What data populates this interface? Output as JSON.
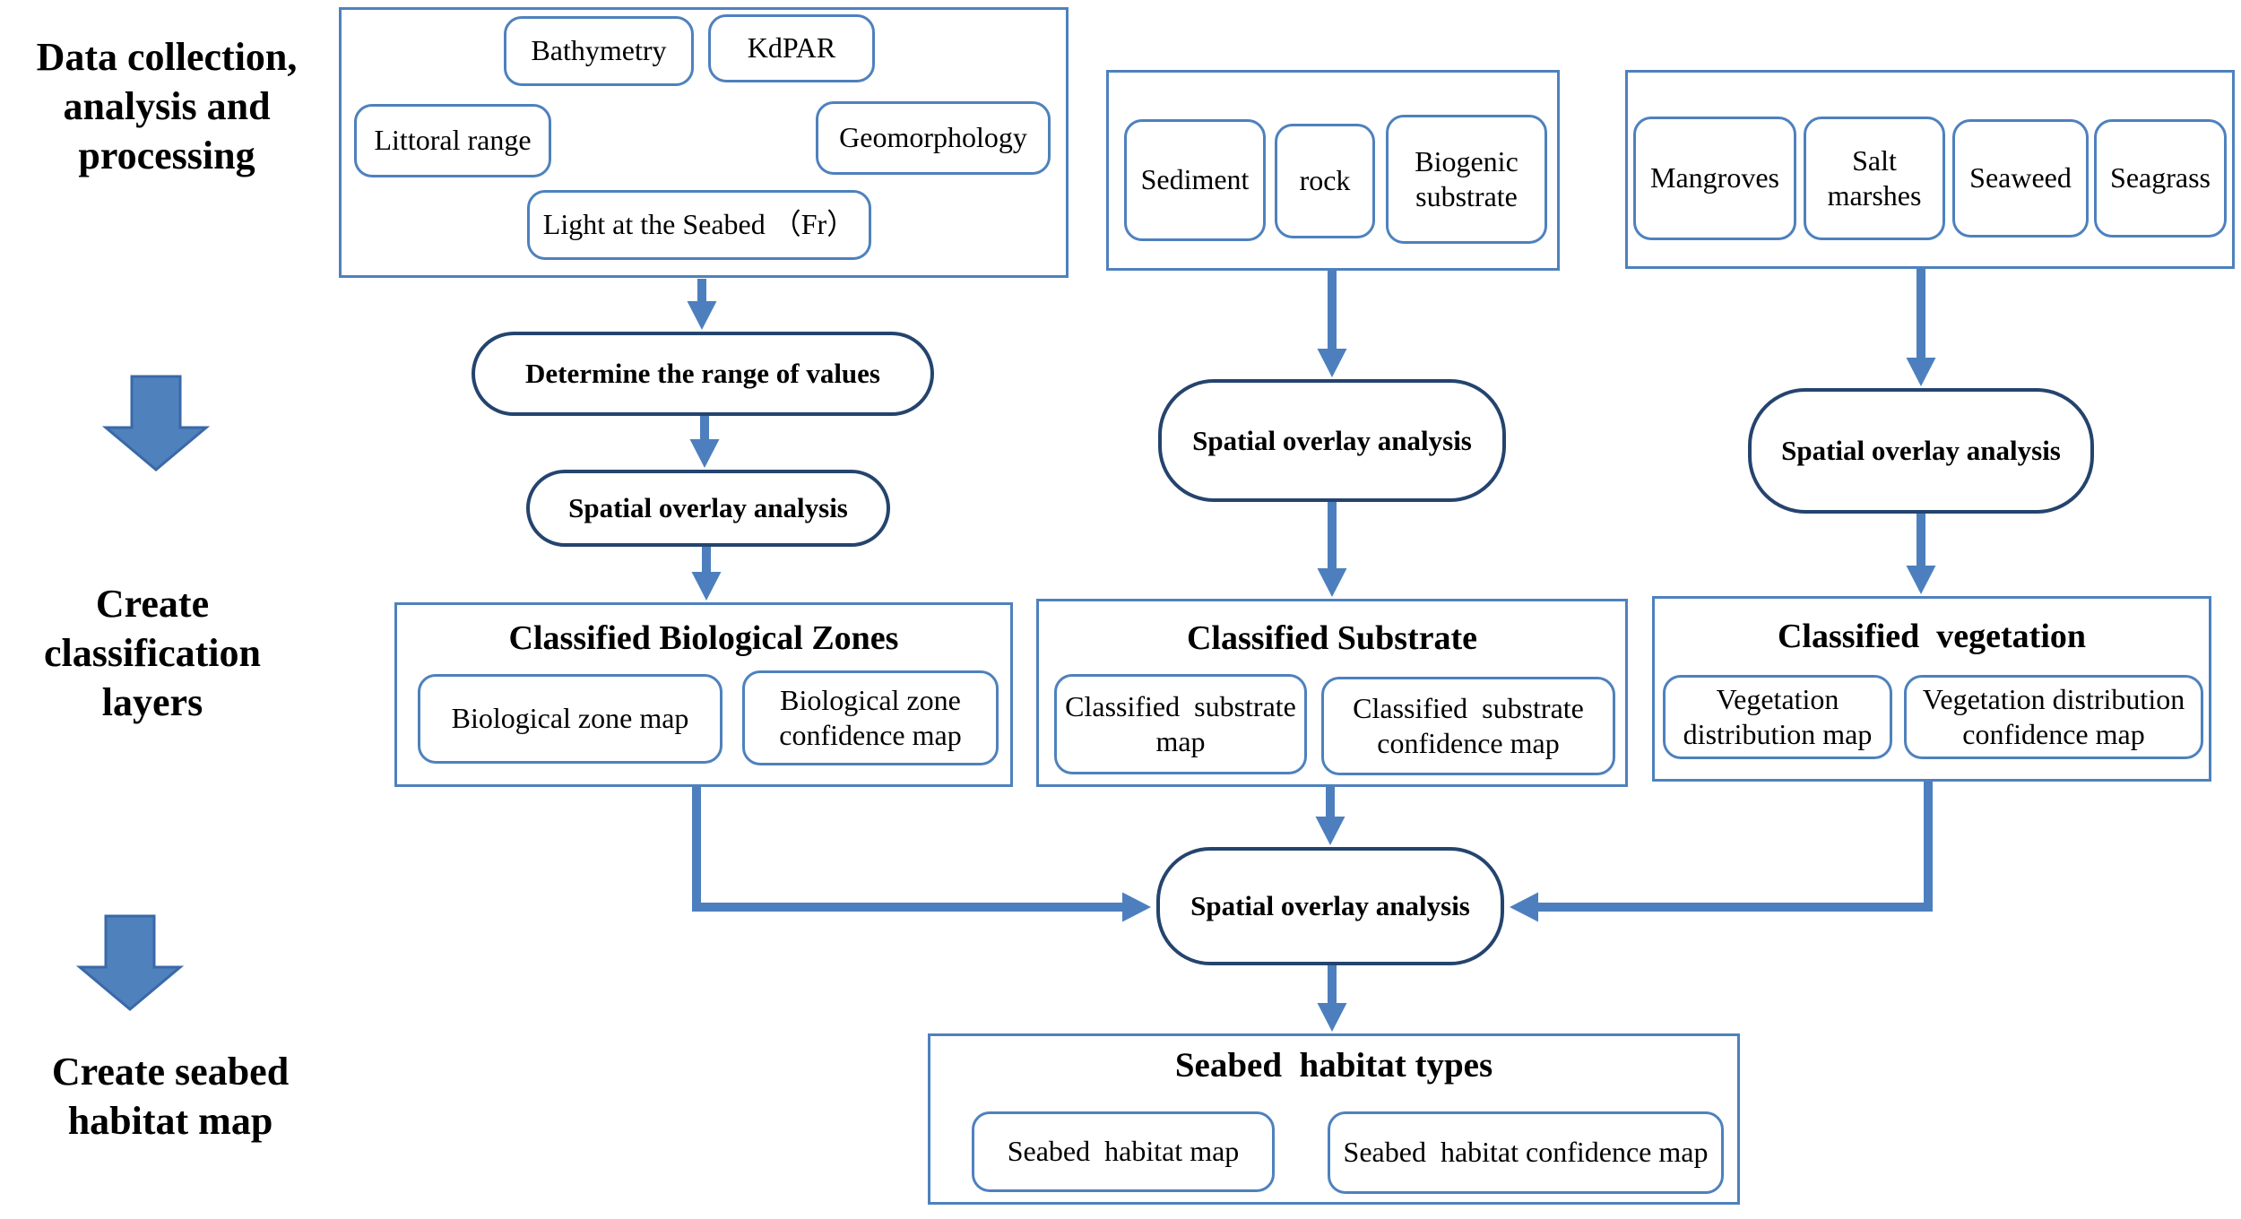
{
  "palette": {
    "box_border_blue": "#4e81bd",
    "stadium_border_navy": "#24446e",
    "arrow_blue": "#4d7fbe",
    "big_arrow_fill": "#4f81bd",
    "big_arrow_stroke": "#3a69a8",
    "thin_connector_blue": "#7f9cc4",
    "text": "#000000",
    "background": "#ffffff"
  },
  "left_rail": {
    "stage1": "Data collection,\nanalysis and\nprocessing",
    "stage2": "Create\nclassification\nlayers",
    "stage3": "Create seabed\nhabitat map"
  },
  "inputs": {
    "biological": {
      "bathymetry": "Bathymetry",
      "kdpar": "KdPAR",
      "littoral_range": "Littoral range",
      "geomorphology": "Geomorphology",
      "light_at_seabed": "Light at the Seabed （Fr）"
    },
    "substrate": {
      "sediment": "Sediment",
      "rock": "rock",
      "biogenic_substrate": "Biogenic\nsubstrate"
    },
    "vegetation": {
      "mangroves": "Mangroves",
      "salt_marshes": "Salt\nmarshes",
      "seaweed": "Seaweed",
      "seagrass": "Seagrass"
    }
  },
  "process": {
    "determine_range": "Determine the range of values",
    "overlay_biological": "Spatial overlay analysis",
    "overlay_substrate": "Spatial overlay analysis",
    "overlay_vegetation": "Spatial overlay analysis",
    "overlay_final": "Spatial overlay analysis"
  },
  "outputs": {
    "biological": {
      "title": "Classified Biological Zones",
      "map": "Biological zone map",
      "confidence_map": "Biological zone\nconfidence map"
    },
    "substrate": {
      "title": "Classified Substrate",
      "map": "Classified  substrate\nmap",
      "confidence_map": "Classified  substrate\nconfidence map"
    },
    "vegetation": {
      "title": "Classified  vegetation",
      "map": "Vegetation\ndistribution map",
      "confidence_map": "Vegetation distribution\nconfidence map"
    },
    "seabed": {
      "title": "Seabed  habitat types",
      "map": "Seabed  habitat map",
      "confidence_map": "Seabed  habitat confidence map"
    }
  }
}
